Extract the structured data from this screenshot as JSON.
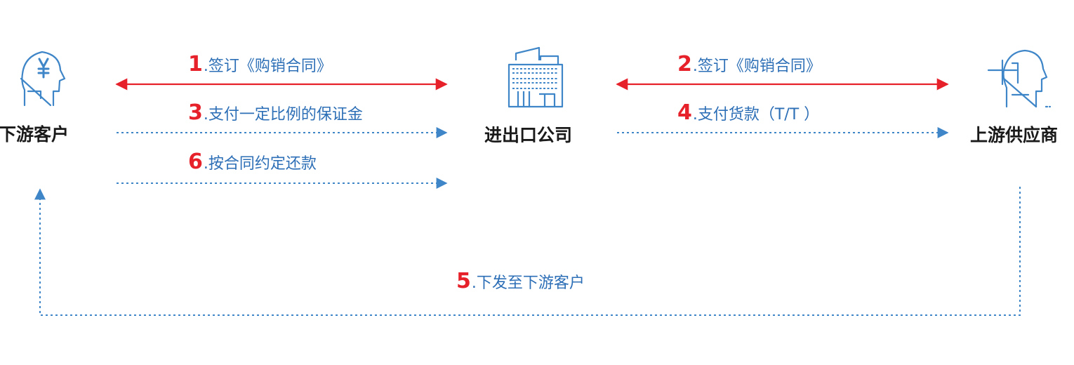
{
  "colors": {
    "blue": "#3f86c8",
    "red": "#e6212a",
    "text_blue": "#2d6fb6",
    "text_dark": "#1a1a1a"
  },
  "nodes": {
    "downstream": {
      "label": "下游客户",
      "icon": "customer-yen-head-icon"
    },
    "company": {
      "label": "进出口公司",
      "icon": "office-building-icon"
    },
    "upstream": {
      "label": "上游供应商",
      "icon": "supplier-head-icon"
    }
  },
  "steps": [
    {
      "num": "1",
      "text": ".签订《购销合同》"
    },
    {
      "num": "2",
      "text": ".签订《购销合同》"
    },
    {
      "num": "3",
      "text": ".支付一定比例的保证金"
    },
    {
      "num": "4",
      "text": ".支付货款（T/T ）"
    },
    {
      "num": "5",
      "text": ".下发至下游客户"
    },
    {
      "num": "6",
      "text": ".按合同约定还款"
    }
  ]
}
